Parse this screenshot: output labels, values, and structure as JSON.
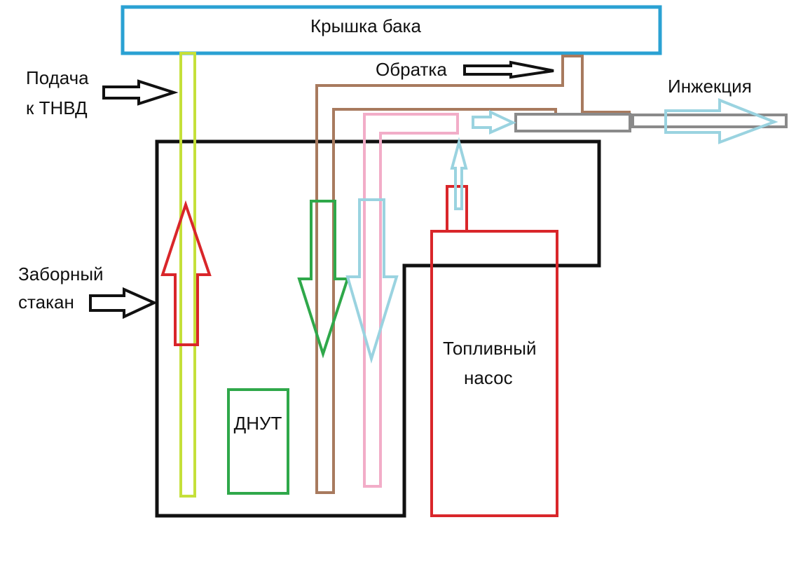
{
  "labels": {
    "tank_lid": "Крышка бака",
    "supply_line1": "Подача",
    "supply_line2": "к ТНВД",
    "return": "Обратка",
    "injection": "Инжекция",
    "intake_cup_line1": "Заборный",
    "intake_cup_line2": "стакан",
    "fuel_pump_line1": "Топливный",
    "fuel_pump_line2": "насос",
    "fuel_level_sensor": "ДНУТ"
  },
  "colors": {
    "tank_lid": "#2aa1d3",
    "supply_pipe": "#c5e03a",
    "return_pipe": "#a87a5e",
    "pink_pipe": "#f2adc8",
    "injection_pipe": "#8a8a8a",
    "light_blue_arrow": "#9ad3e0",
    "red_arrow": "#d9262a",
    "green_arrow": "#2fa84a",
    "outline": "#111111"
  }
}
